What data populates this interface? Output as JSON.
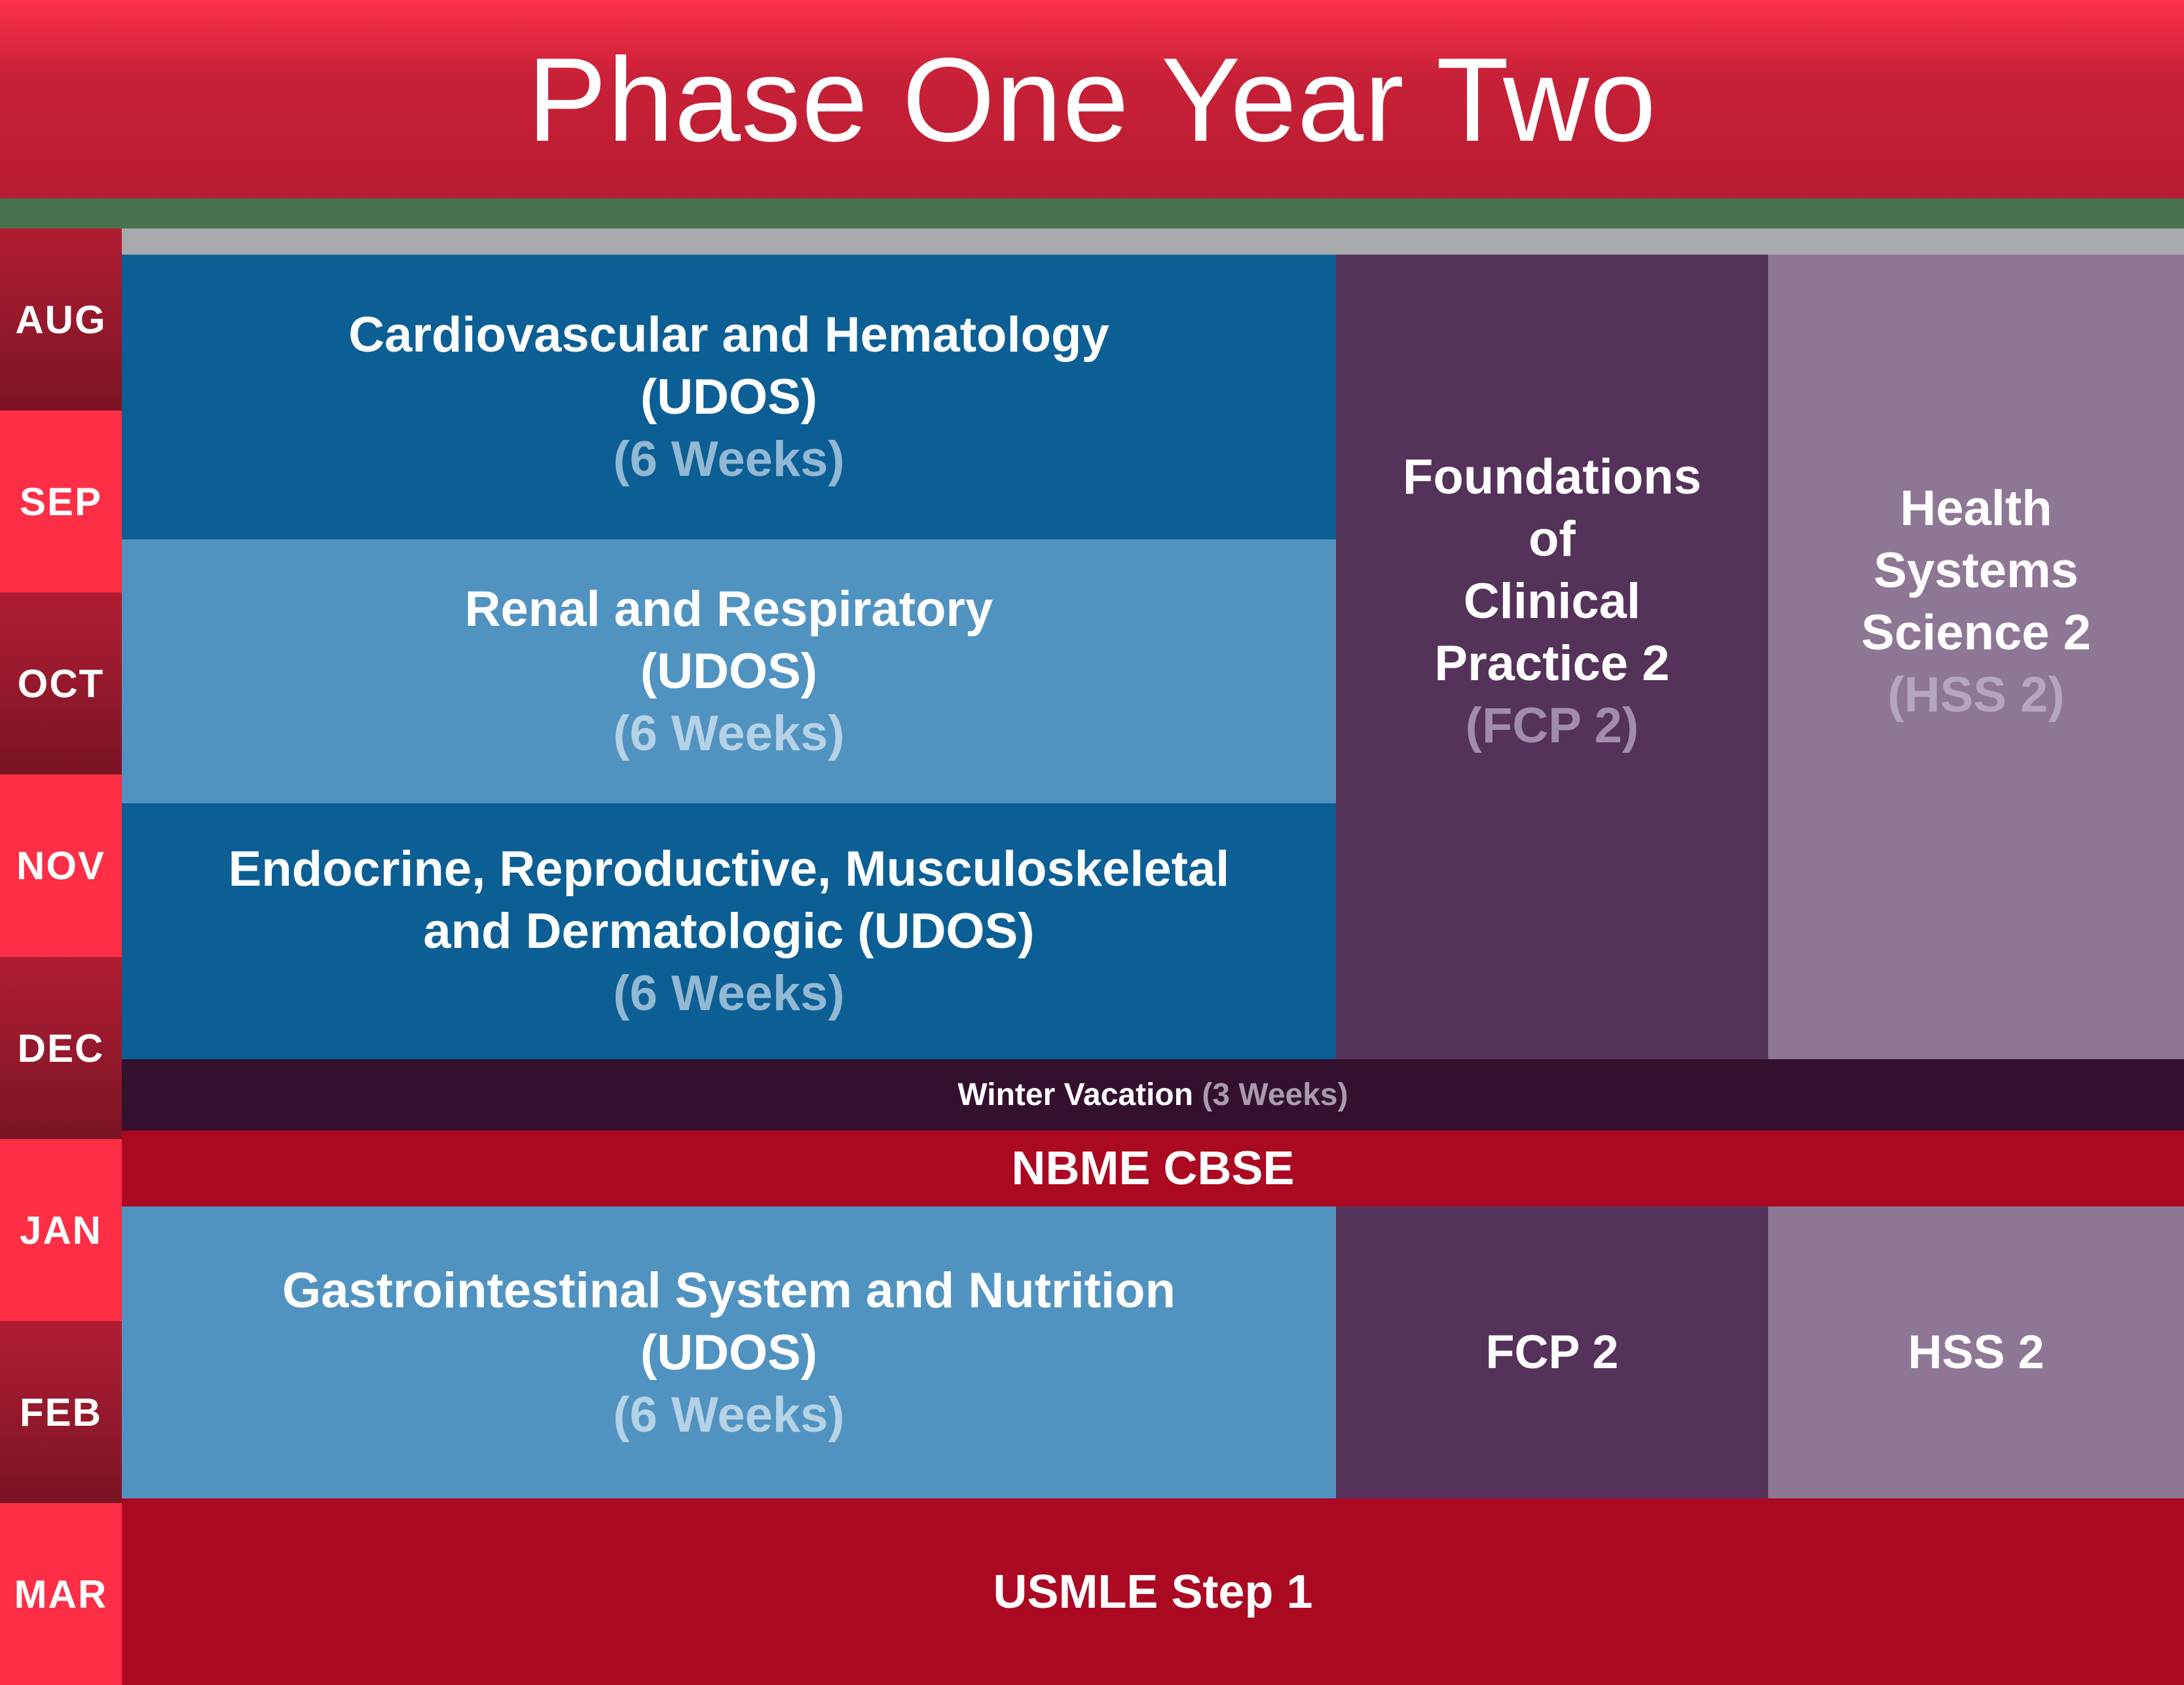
{
  "title": "Phase One Year Two",
  "months": [
    {
      "label": "AUG"
    },
    {
      "label": "SEP"
    },
    {
      "label": "OCT"
    },
    {
      "label": "NOV"
    },
    {
      "label": "DEC"
    },
    {
      "label": "JAN"
    },
    {
      "label": "FEB"
    },
    {
      "label": "MAR"
    }
  ],
  "blocks": {
    "cardio": {
      "line1": "Cardiovascular and Hematology",
      "line2": "(UDOS)",
      "duration": "(6 Weeks)"
    },
    "renal": {
      "line1": "Renal and Respiratory",
      "line2": "(UDOS)",
      "duration": "(6 Weeks)"
    },
    "endocrine": {
      "line1": "Endocrine, Reproductive, Musculoskeletal",
      "line2": "and Dermatologic (UDOS)",
      "duration": "(6 Weeks)"
    },
    "gastro": {
      "line1": "Gastrointestinal System and Nutrition",
      "line2": "(UDOS)",
      "duration": "(6 Weeks)"
    }
  },
  "fcp_column": {
    "line1": "Foundations",
    "line2": "of",
    "line3": "Clinical",
    "line4": "Practice 2",
    "abbr": "(FCP 2)"
  },
  "hss_column": {
    "line1": "Health",
    "line2": "Systems",
    "line3": "Science 2",
    "abbr": "(HSS 2)"
  },
  "strips": {
    "winter_label": "Winter Vacation",
    "winter_duration": "(3 Weeks)",
    "nbme": "NBME CBSE",
    "usmle": "USMLE Step 1"
  },
  "lower_blocks": {
    "fcp2": "FCP 2",
    "hss2": "HSS 2"
  },
  "colors": {
    "header_gradient_top": "#fc3048",
    "header_gradient_bottom": "#b91b31",
    "green_bar": "#48724e",
    "gray_bar": "#a8aaad",
    "month_bright": "#fd2e45",
    "month_dark_top": "#b11d33",
    "month_dark_bottom": "#7a1425",
    "block_blue_dark": "#0c5f95",
    "block_blue_light": "#5193c0",
    "column_purple": "#553259",
    "column_mauve": "#8e7794",
    "winter_strip": "#34102f",
    "exam_red": "#ab0822",
    "text_white": "#ffffff",
    "subtext_on_dark_blue": "#93b8d4",
    "subtext_on_light_blue": "#b5d2e6",
    "subtext_on_purple": "#a18cab",
    "subtext_on_mauve": "#b6a6bd",
    "subtext_winter": "#a89bb0"
  }
}
